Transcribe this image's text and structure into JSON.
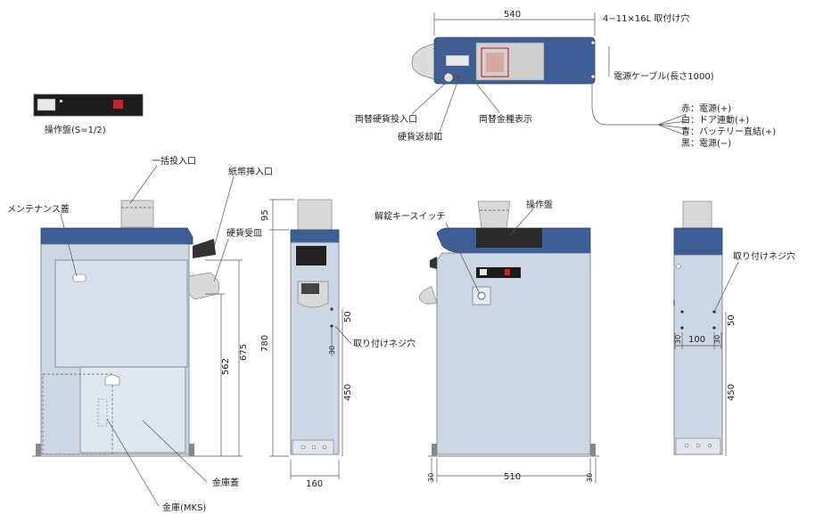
{
  "labels": {
    "panel": "操作盤(S=1/2)",
    "bulk_inlet": "一括投入口",
    "bill_inlet": "紙幣挿入口",
    "maintenance_lid": "メンテナンス蓋",
    "coin_tray": "硬貨受皿",
    "safe_lid": "金庫蓋",
    "safe": "金庫(MKS)",
    "mount_hole_side": "取り付けネジ穴",
    "key_switch": "解錠キースイッチ",
    "operation_panel": "操作盤",
    "mount_hole_right": "取り付けネジ穴",
    "change_coin_inlet": "両替硬貨投入口",
    "coin_return": "硬貨返却釦",
    "denomination_display": "両替金種表示",
    "mount_holes_top": "4−11×16L 取付け穴",
    "power_cable": "電源ケーブル(長さ1000)",
    "wire_red": "赤：電源(+)",
    "wire_white": "白：ドア連動(+)",
    "wire_blue": "青：バッテリー直結(+)",
    "wire_black": "黒：電源(−)"
  },
  "dimensions": {
    "top_width": "540",
    "d95": "95",
    "d780": "780",
    "d675": "675",
    "d562": "562",
    "d50_side": "50",
    "d30_side": "30",
    "d450_side": "450",
    "d160": "160",
    "d510": "510",
    "d30_front_l": "30",
    "d30_front_r": "30",
    "d50_right": "50",
    "d30_right_l": "30",
    "d100": "100",
    "d30_right_r": "30",
    "d450_right": "450"
  },
  "colors": {
    "body": "#cdd7e3",
    "top": "#3e5f96",
    "accent_red": "#d0202a"
  }
}
